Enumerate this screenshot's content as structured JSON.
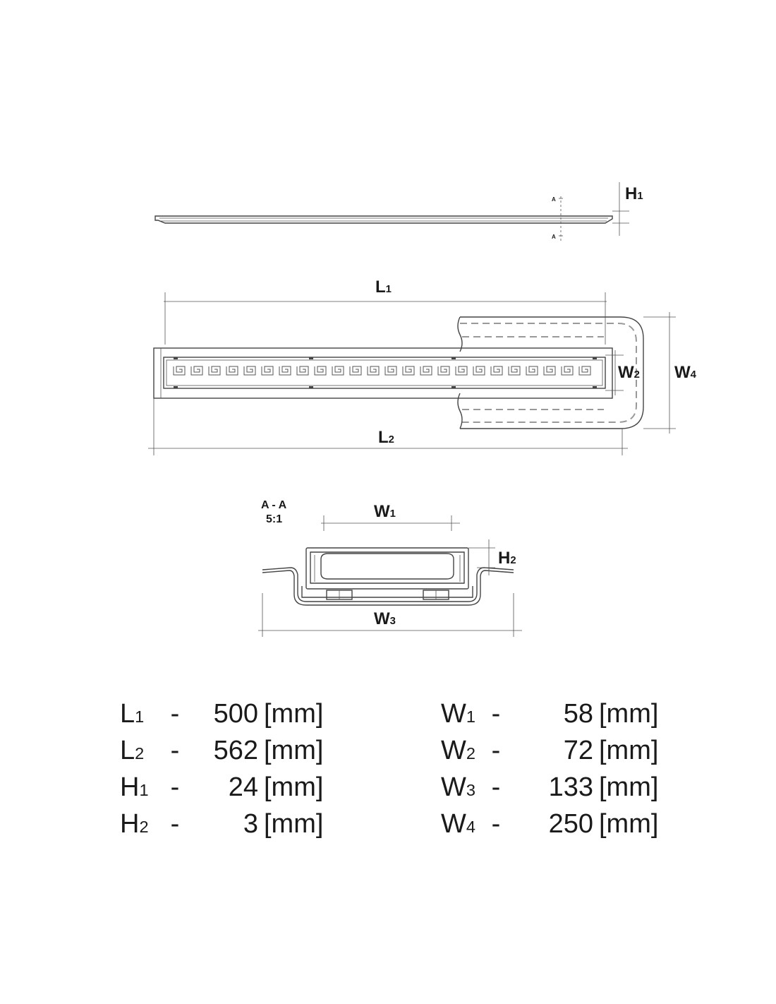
{
  "drawing": {
    "dim_labels": {
      "H1": {
        "main": "H",
        "sub": "1"
      },
      "L1": {
        "main": "L",
        "sub": "1"
      },
      "L2": {
        "main": "L",
        "sub": "2"
      },
      "W1": {
        "main": "W",
        "sub": "1"
      },
      "W2": {
        "main": "W",
        "sub": "2"
      },
      "W3": {
        "main": "W",
        "sub": "3"
      },
      "W4": {
        "main": "W",
        "sub": "4"
      },
      "H2": {
        "main": "H",
        "sub": "2"
      }
    },
    "section_marker": "A",
    "section_title": "A - A",
    "section_scale": "5:1"
  },
  "specs": {
    "left": [
      {
        "main": "L",
        "sub": "1",
        "dash": "-",
        "value": "500",
        "unit": "[mm]"
      },
      {
        "main": "L",
        "sub": "2",
        "dash": "-",
        "value": "562",
        "unit": "[mm]"
      },
      {
        "main": "H",
        "sub": "1",
        "dash": "-",
        "value": "24",
        "unit": "[mm]"
      },
      {
        "main": "H",
        "sub": "2",
        "dash": "-",
        "value": "3",
        "unit": "[mm]"
      }
    ],
    "right": [
      {
        "main": "W",
        "sub": "1",
        "dash": "-",
        "value": "58",
        "unit": "[mm]"
      },
      {
        "main": "W",
        "sub": "2",
        "dash": "-",
        "value": "72",
        "unit": "[mm]"
      },
      {
        "main": "W",
        "sub": "3",
        "dash": "-",
        "value": "133",
        "unit": "[mm]"
      },
      {
        "main": "W",
        "sub": "4",
        "dash": "-",
        "value": "250",
        "unit": "[mm]"
      }
    ]
  },
  "colors": {
    "line": "#444444",
    "dimension": "#555555",
    "hidden": "#999999",
    "text": "#1a1a1a"
  }
}
